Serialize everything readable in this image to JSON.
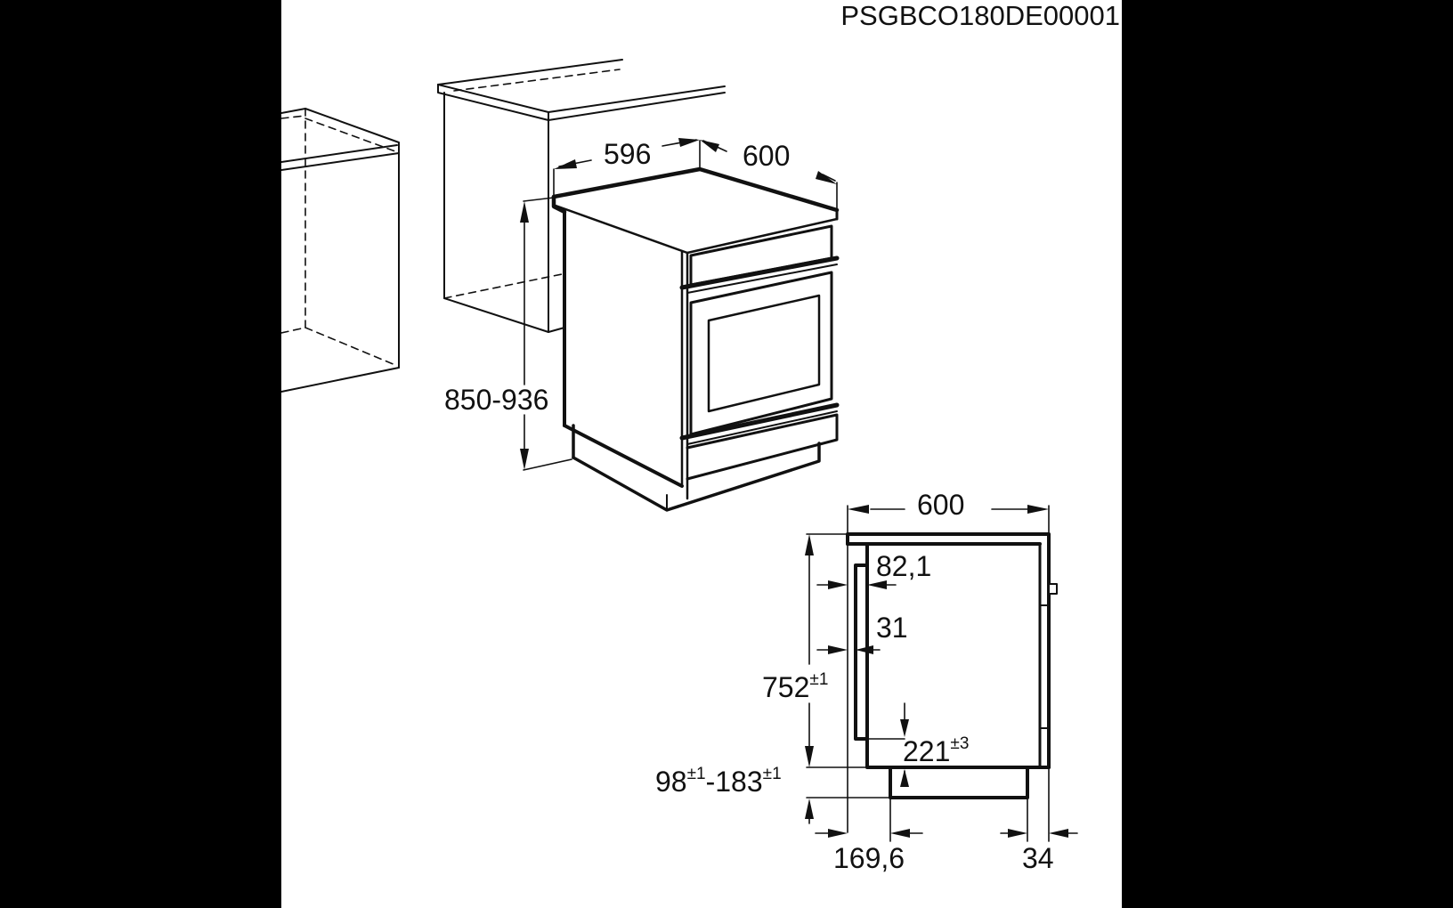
{
  "document_code": "PSGBCO180DE00001",
  "perspective_view": {
    "width_label": "596",
    "depth_label": "600",
    "height_label": "850-936"
  },
  "side_view": {
    "depth_label": "600",
    "handle_offset_label": "82,1",
    "handle_depth_label": "31",
    "body_height_label": "752",
    "body_height_tol": "±1",
    "drawer_height_label": "221",
    "drawer_height_tol": "±3",
    "plinth_range_min": "98",
    "plinth_range_min_tol": "±1",
    "plinth_range_sep": "-",
    "plinth_range_max": "183",
    "plinth_range_max_tol": "±1",
    "front_offset_label": "169,6",
    "rear_offset_label": "34"
  },
  "colors": {
    "ink": "#111111",
    "paper": "#ffffff",
    "letterbox": "#000000"
  }
}
